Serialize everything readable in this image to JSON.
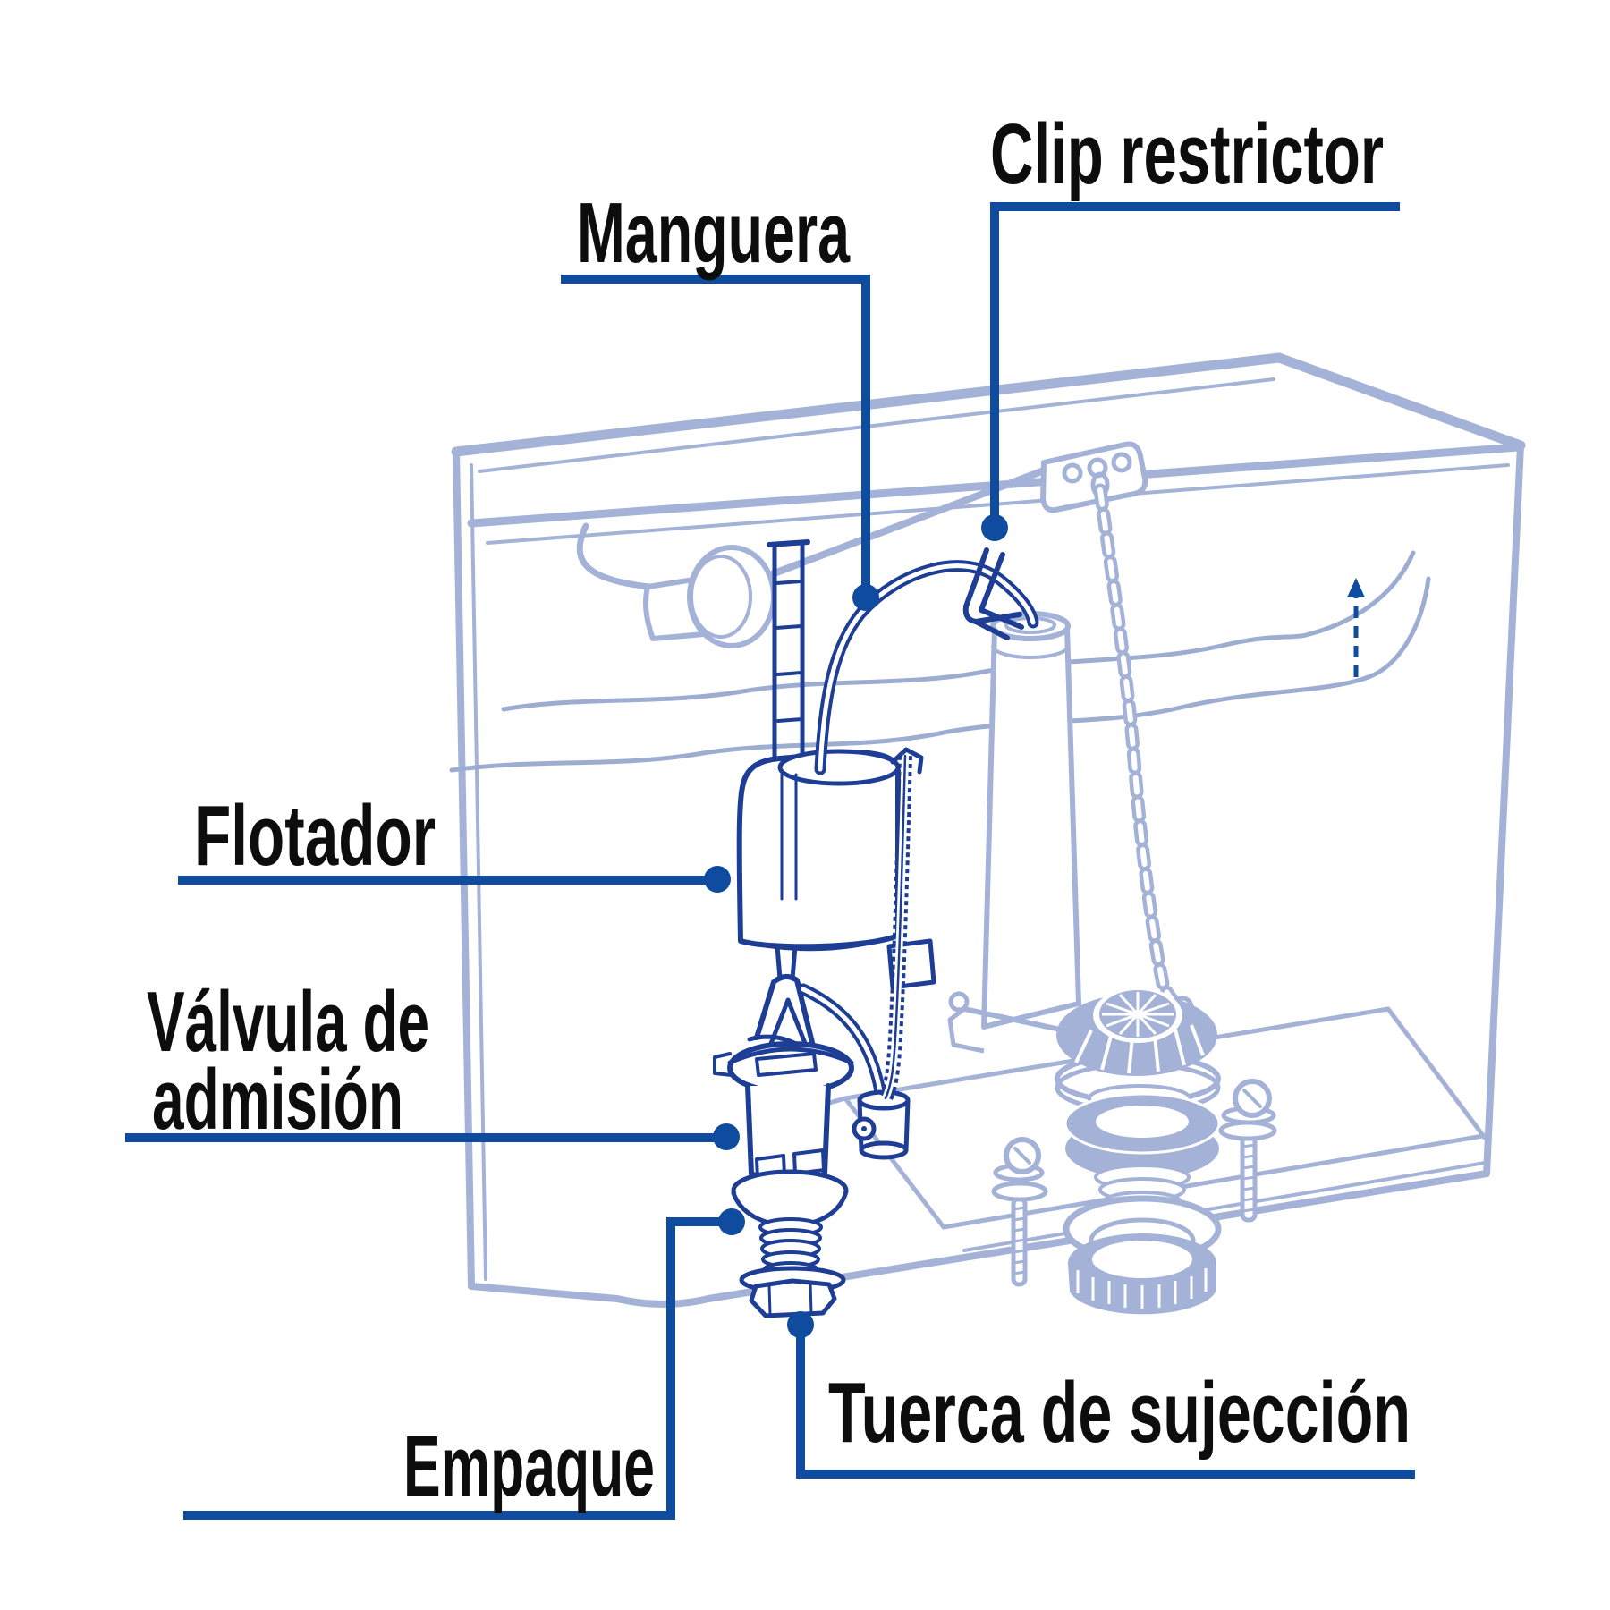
{
  "figure": {
    "labels": [
      {
        "id": "manguera",
        "text": "Manguera"
      },
      {
        "id": "clip-restrictor",
        "text": "Clip restrictor"
      },
      {
        "id": "flotador",
        "text": "Flotador"
      },
      {
        "id": "valvula-de-admision",
        "lines": [
          "Válvula de",
          "admisión"
        ]
      },
      {
        "id": "empaque",
        "text": "Empaque"
      },
      {
        "id": "tuerca-de-sujeccion",
        "text": "Tuerca de sujección"
      }
    ]
  },
  "colors": {
    "background": "#ffffff",
    "label_text": "#0d0d0d",
    "leader_line": "#0f4c9f",
    "part_primary_dark_blue": "#1e3e95",
    "part_secondary_light_blue": "#a4b2d8"
  }
}
